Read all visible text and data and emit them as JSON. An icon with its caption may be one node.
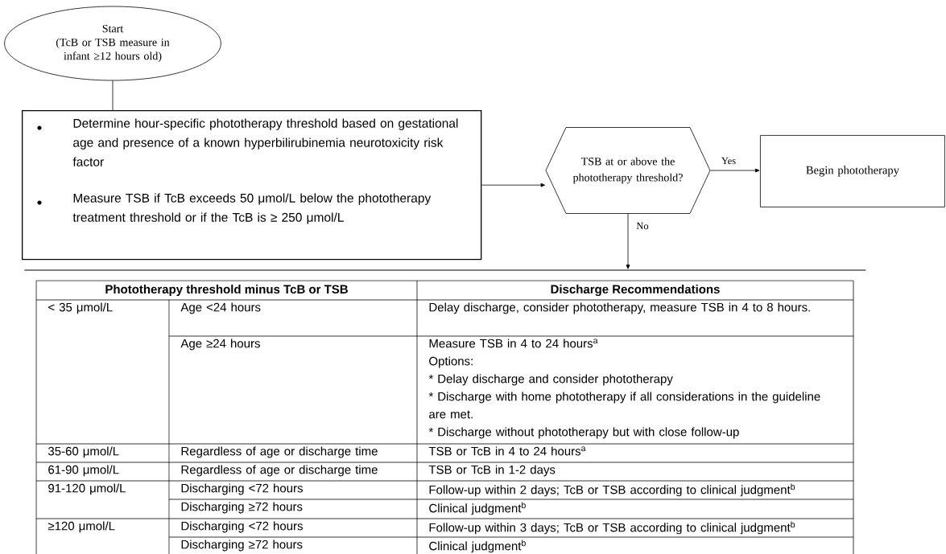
{
  "diagram": {
    "nodes": [
      {
        "text": [
          "Start",
          "(TcB or TSB measure in infant ≥12 hours old)"
        ]
      },
      {
        "text": [
          "Determine hour-specific phototherapy threshold based on gestational age and presence of a known hyperbilirubinemia neurotoxicity risk factor",
          "Measure TSB if TcB exceeds 50 μmol/L below the phototherapy treatment threshold or if the TcB is ≥ 250 μmol/L"
        ]
      },
      {
        "text": [
          "TSB at or above the phototherapy threshold?"
        ]
      },
      {
        "text": [
          "Begin phototherapy"
        ]
      },
      {
        "text": [],
        "shape": "bar"
      }
    ],
    "edges": [
      {
        "from": 0,
        "to": 1,
        "arrow": "none"
      },
      {
        "from": 1,
        "to": 2,
        "arrow": "to"
      },
      {
        "from": 2,
        "to": 3,
        "arrow": "to",
        "label": "Yes"
      },
      {
        "from": 2,
        "to": 4,
        "arrow": "to",
        "label": "No"
      }
    ],
    "labels": [
      "Phototherapy threshold minus TcB or TSB",
      "Discharge Recommendations",
      "< 35 μmol/L",
      "Age <24 hours",
      "Delay discharge, consider phototherapy, measure TSB in 4 to 8 hours.",
      "Age ≥24 hours",
      "Measure TSB in 4 to 24 hours$^{a}$",
      "Options:",
      "* Delay discharge and consider phototherapy",
      "* Discharge with home phototherapy if all considerations in the guideline are met.",
      "* Discharge without phototherapy but with close follow-up",
      "35-60 μmol/L",
      "Regardless of age or discharge time",
      "TSB or TcB in 4 to 24 hours$^{a}$",
      "61-90 μmol/L",
      "Regardless of age or discharge time",
      "TSB or TcB in 1-2 days",
      "91-120 μmol/L",
      "Discharging <72 hours",
      "Follow-up within 2 days; TcB or TSB according to clinical judgment$^{b}$",
      "Discharging ≥72 hours",
      "Clinical judgment$^{b}$",
      "≥120 μmol/L",
      "Discharging <72 hours",
      "Follow-up within 3 days; TcB or TSB according to clinical judgment$^{b}$",
      "Discharging ≥72 hours",
      "Clinical judgment$^{b}$"
    ]
  }
}
